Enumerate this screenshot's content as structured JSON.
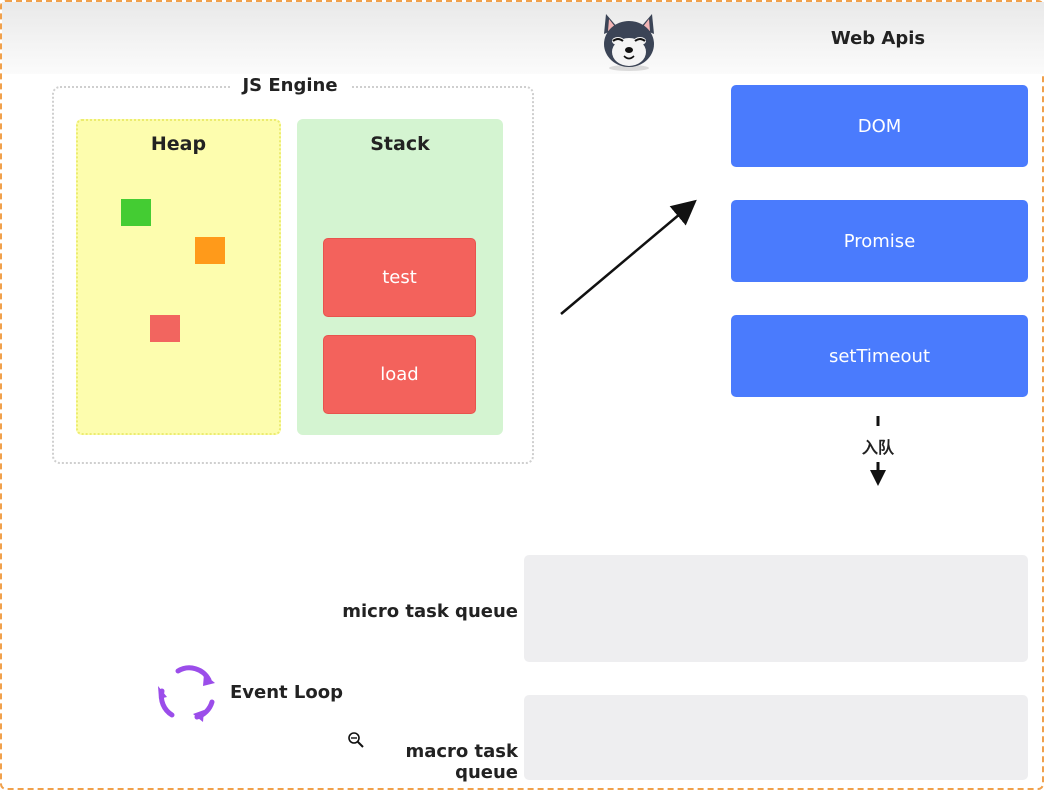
{
  "header": {
    "web_apis_title": "Web Apis"
  },
  "js_engine": {
    "title": "JS Engine",
    "heap": {
      "title": "Heap",
      "objects": [
        "#44cc33",
        "#ff9a1a",
        "#f2655f"
      ]
    },
    "stack": {
      "title": "Stack",
      "frames": [
        "test",
        "load"
      ]
    }
  },
  "web_apis": {
    "items": [
      "DOM",
      "Promise",
      "setTimeout"
    ]
  },
  "enqueue_label": "入队",
  "queues": {
    "micro_label": "micro task queue",
    "macro_label": "macro task queue"
  },
  "event_loop": {
    "label": "Event Loop"
  },
  "colors": {
    "accent_blue": "#4a7bfd",
    "stack_frame_red": "#f3625c",
    "heap_yellow": "#fdfdae",
    "stack_green": "#d4f4d1",
    "event_loop_purple": "#9b4dea",
    "frame_orange": "#f0a04b"
  }
}
